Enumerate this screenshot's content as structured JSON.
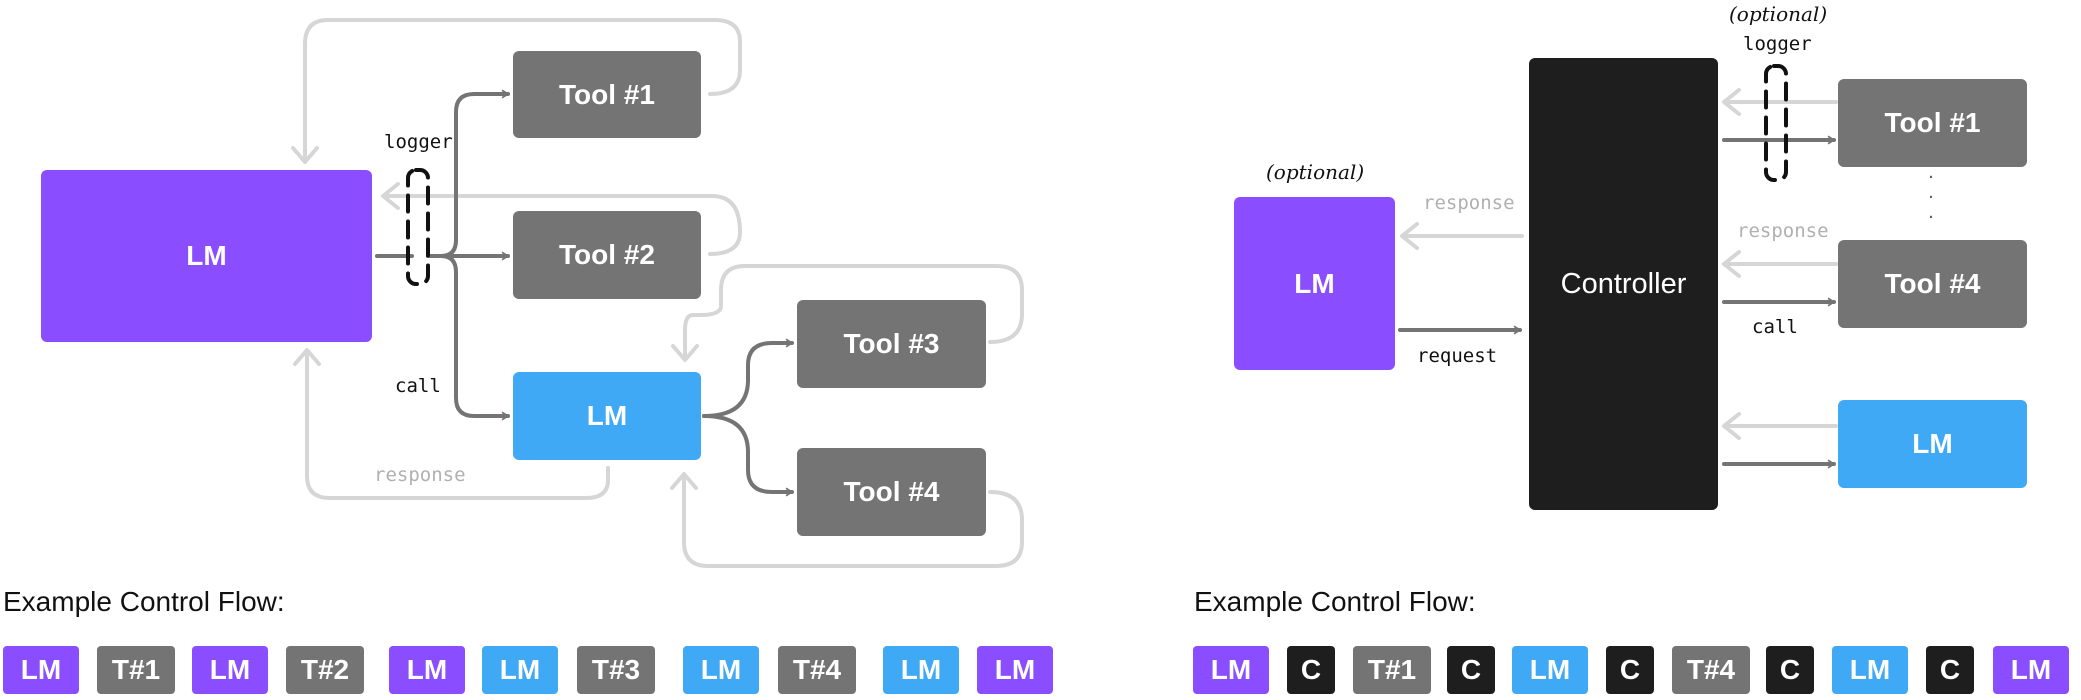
{
  "colors": {
    "lm_purple": "#8a4dff",
    "lm_blue": "#3fa9f5",
    "tool_gray": "#747474",
    "controller_black": "#1e1e1e",
    "arrow_dark": "#747474",
    "arrow_light": "#d6d6d6"
  },
  "left": {
    "lm_main": "LM",
    "lm_sub": "LM",
    "tool1": "Tool #1",
    "tool2": "Tool #2",
    "tool3": "Tool #3",
    "tool4": "Tool #4",
    "logger": "logger",
    "call": "call",
    "response": "response",
    "flow_title": "Example Control Flow:",
    "flow": [
      {
        "label": "LM",
        "kind": "LM"
      },
      {
        "label": "T#1",
        "kind": "T"
      },
      {
        "label": "LM",
        "kind": "LM"
      },
      {
        "label": "T#2",
        "kind": "T"
      },
      {
        "label": "LM",
        "kind": "LM"
      },
      {
        "label": "LM",
        "kind": "LMb"
      },
      {
        "label": "T#3",
        "kind": "T"
      },
      {
        "label": "LM",
        "kind": "LMb"
      },
      {
        "label": "T#4",
        "kind": "T"
      },
      {
        "label": "LM",
        "kind": "LMb"
      },
      {
        "label": "LM",
        "kind": "LM"
      }
    ]
  },
  "right": {
    "lm_main": "LM",
    "lm_optional": "(optional)",
    "controller": "Controller",
    "tool1": "Tool #1",
    "tool4": "Tool #4",
    "lm_sub": "LM",
    "logger": "logger",
    "logger_optional": "(optional)",
    "response_top": "response",
    "response_tool": "response",
    "request": "request",
    "call": "call",
    "dots": "· · ·",
    "flow_title": "Example Control Flow:",
    "flow": [
      {
        "label": "LM",
        "kind": "LM"
      },
      {
        "label": "C",
        "kind": "C"
      },
      {
        "label": "T#1",
        "kind": "T"
      },
      {
        "label": "C",
        "kind": "C"
      },
      {
        "label": "LM",
        "kind": "LMb"
      },
      {
        "label": "C",
        "kind": "C"
      },
      {
        "label": "T#4",
        "kind": "T"
      },
      {
        "label": "C",
        "kind": "C"
      },
      {
        "label": "LM",
        "kind": "LMb"
      },
      {
        "label": "C",
        "kind": "C"
      },
      {
        "label": "LM",
        "kind": "LM"
      }
    ]
  }
}
